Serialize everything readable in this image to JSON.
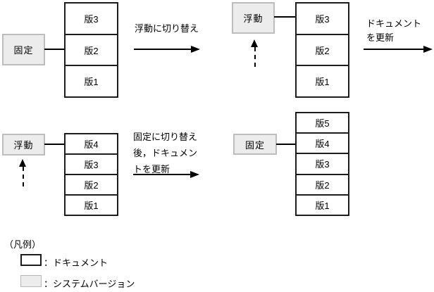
{
  "diagram": {
    "top_left": {
      "system_version_label": "固定",
      "stack": [
        "版3",
        "版2",
        "版1"
      ],
      "pointer_to": "版2"
    },
    "transition_1": {
      "label": "浮動に切り替え"
    },
    "top_right": {
      "system_version_label": "浮動",
      "stack": [
        "版3",
        "版2",
        "版1"
      ],
      "pointer_to": "版3"
    },
    "transition_2": {
      "line1": "ドキュメント",
      "line2": "を更新"
    },
    "bottom_left": {
      "system_version_label": "浮動",
      "stack": [
        "版4",
        "版3",
        "版2",
        "版1"
      ],
      "pointer_to": "版4"
    },
    "transition_3": {
      "line1": "固定に切り替え",
      "line2": "後，ドキュメン",
      "line3": "トを更新"
    },
    "bottom_right": {
      "system_version_label": "固定",
      "stack": [
        "版5",
        "版4",
        "版3",
        "版2",
        "版1"
      ],
      "pointer_to": "版4"
    }
  },
  "legend": {
    "title": "（凡例）",
    "document_label": "：ドキュメント",
    "system_version_label": "：システムバージョン"
  },
  "colors": {
    "background": "#ffffff",
    "document_fill": "#ffffff",
    "document_border": "#1c1c1c",
    "system_version_fill": "#ececec",
    "system_version_border": "#bdbdbd",
    "line": "#000000",
    "text": "#000000"
  }
}
